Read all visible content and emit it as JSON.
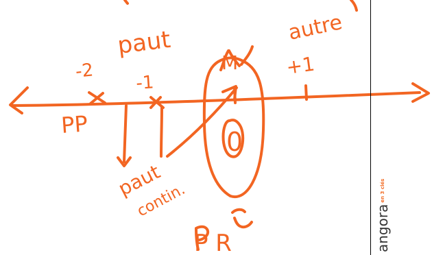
{
  "colors": {
    "ink": "#f26522",
    "divider": "#000000",
    "background": "#ffffff",
    "logo_text": "#333333",
    "logo_accent": "#f26a22"
  },
  "handwriting": {
    "top_left": "paut",
    "top_right": "autre",
    "tick_minus2": "-2",
    "tick_minus1": "-1",
    "tick_plus1": "+1",
    "axis_left": "PP",
    "bottom_note_1": "paut",
    "bottom_note_2": "contin.",
    "bottom_label": "P R",
    "oval_letter": "M",
    "inner_symbol": "0"
  },
  "logo": {
    "main": "angora",
    "sub": "en 3 clés"
  },
  "icons": {
    "right_arrowhead": "arrow-right-icon",
    "left_arrowhead": "arrow-left-icon",
    "down_arrow": "arrow-down-icon"
  }
}
